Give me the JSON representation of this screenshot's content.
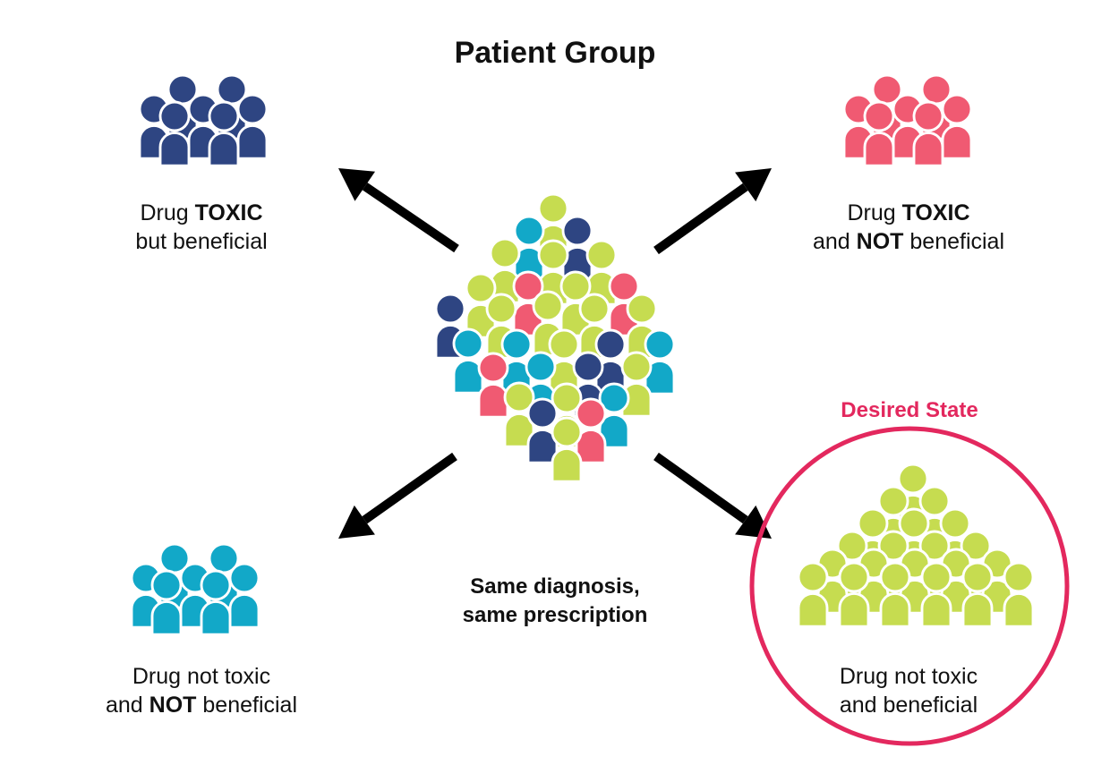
{
  "title": "Patient Group",
  "center_label": {
    "line1": "Same diagnosis,",
    "line2": "same prescription"
  },
  "groups": {
    "top_left": {
      "color": "#2e4582",
      "line1_pre": "Drug ",
      "line1_bold": "TOXIC",
      "line2_pre": "but beneficial",
      "line2_bold": "",
      "line2_post": ""
    },
    "top_right": {
      "color": "#f05a72",
      "line1_pre": "Drug ",
      "line1_bold": "TOXIC",
      "line2_pre": "and ",
      "line2_bold": "NOT",
      "line2_post": " beneficial"
    },
    "bottom_left": {
      "color": "#12a8c8",
      "line1_pre": "Drug not toxic",
      "line1_bold": "",
      "line2_pre": "and ",
      "line2_bold": "NOT",
      "line2_post": " beneficial"
    },
    "bottom_right": {
      "color": "#c6dc50",
      "line1_pre": "Drug not toxic",
      "line1_bold": "",
      "line2_pre": "and beneficial",
      "line2_bold": "",
      "line2_post": ""
    }
  },
  "desired_state": {
    "label": "Desired State",
    "color": "#e3285e"
  },
  "arrow_color": "#000000"
}
